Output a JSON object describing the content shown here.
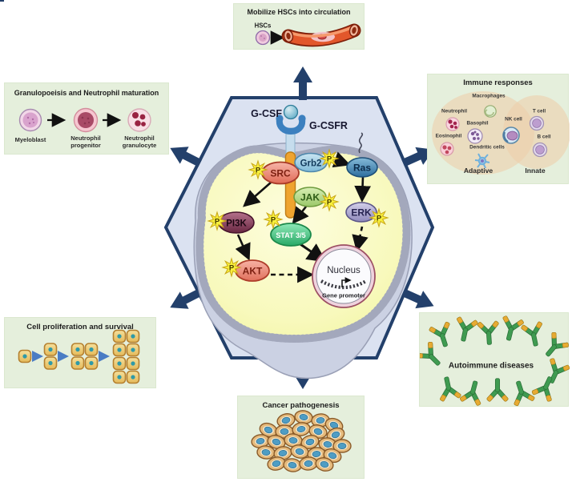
{
  "boxes": {
    "mobilize": {
      "title": "Mobilize HSCs into circulation",
      "hsc_label": "HSCs"
    },
    "granulopoiesis": {
      "title": "Granulopoeisis and Neutrophil maturation",
      "stage1": "Myeloblast",
      "stage2": "Neutrophil progenitor",
      "stage3": "Neutrophil granulocyte"
    },
    "immune": {
      "title": "Immune responses",
      "labels": {
        "macrophages": "Macrophages",
        "neutrophil": "Neutrophil",
        "basophil": "Basophil",
        "eosinophil": "Eosinophil",
        "dendritic": "Dendritic cells",
        "nk": "NK cell",
        "t": "T cell",
        "b": "B cell"
      },
      "adaptive": "Adaptive",
      "innate": "Innate"
    },
    "proliferation": {
      "title": "Cell proliferation and survival"
    },
    "autoimmune": {
      "title": "Autoimmune diseases"
    },
    "cancer": {
      "title": "Cancer pathogenesis"
    }
  },
  "pathway": {
    "ligand": "G-CSF",
    "receptor": "G-CSFR",
    "phospho": "P",
    "grb2": "Grb2",
    "src": "SRC",
    "ras": "Ras",
    "jak": "JAK",
    "stat": "STAT 3/5",
    "pi3k": "PI3K",
    "akt": "AKT",
    "erk": "ERK",
    "nucleus": "Nucleus",
    "gene_promoter": "Gene promoter"
  },
  "colors": {
    "box_bg": "#e5efdc",
    "hexagon_fill": "#dbe2f1",
    "hexagon_stroke": "#23406b",
    "cytoplasm": "#f7f8b8",
    "phospho_star": "#f7ef3c",
    "antibody_green": "#3f9b51",
    "antibody_tip": "#e7ab33",
    "vessel_red": "#e2572b"
  }
}
